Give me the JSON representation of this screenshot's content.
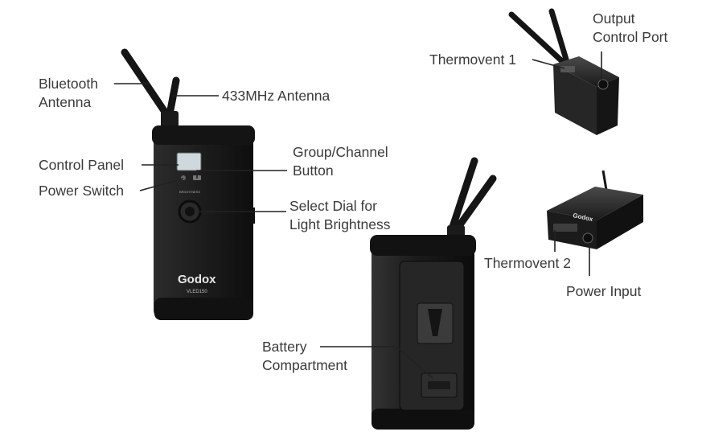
{
  "labels": {
    "bluetooth_antenna": "Bluetooth\nAntenna",
    "antenna_433": "433MHz Antenna",
    "control_panel": "Control Panel",
    "power_switch": "Power Switch",
    "group_channel_button": "Group/Channel\nButton",
    "select_dial": "Select Dial for\nLight Brightness",
    "battery_compartment": "Battery\nCompartment",
    "thermovent_1": "Thermovent 1",
    "output_control_port": "Output\nControl Port",
    "thermovent_2": "Thermovent 2",
    "power_input": "Power Input"
  },
  "device": {
    "brand_logo": "Godox",
    "model_text": "VLED150",
    "panel_text": "BRIGHTNESS"
  },
  "colors": {
    "body": "#1f1f1f",
    "body_dark": "#111111",
    "body_light": "#3a3a3a",
    "label_text": "#3a3a3a",
    "leader_line": "#222222",
    "screen": "#cfd8dc"
  }
}
